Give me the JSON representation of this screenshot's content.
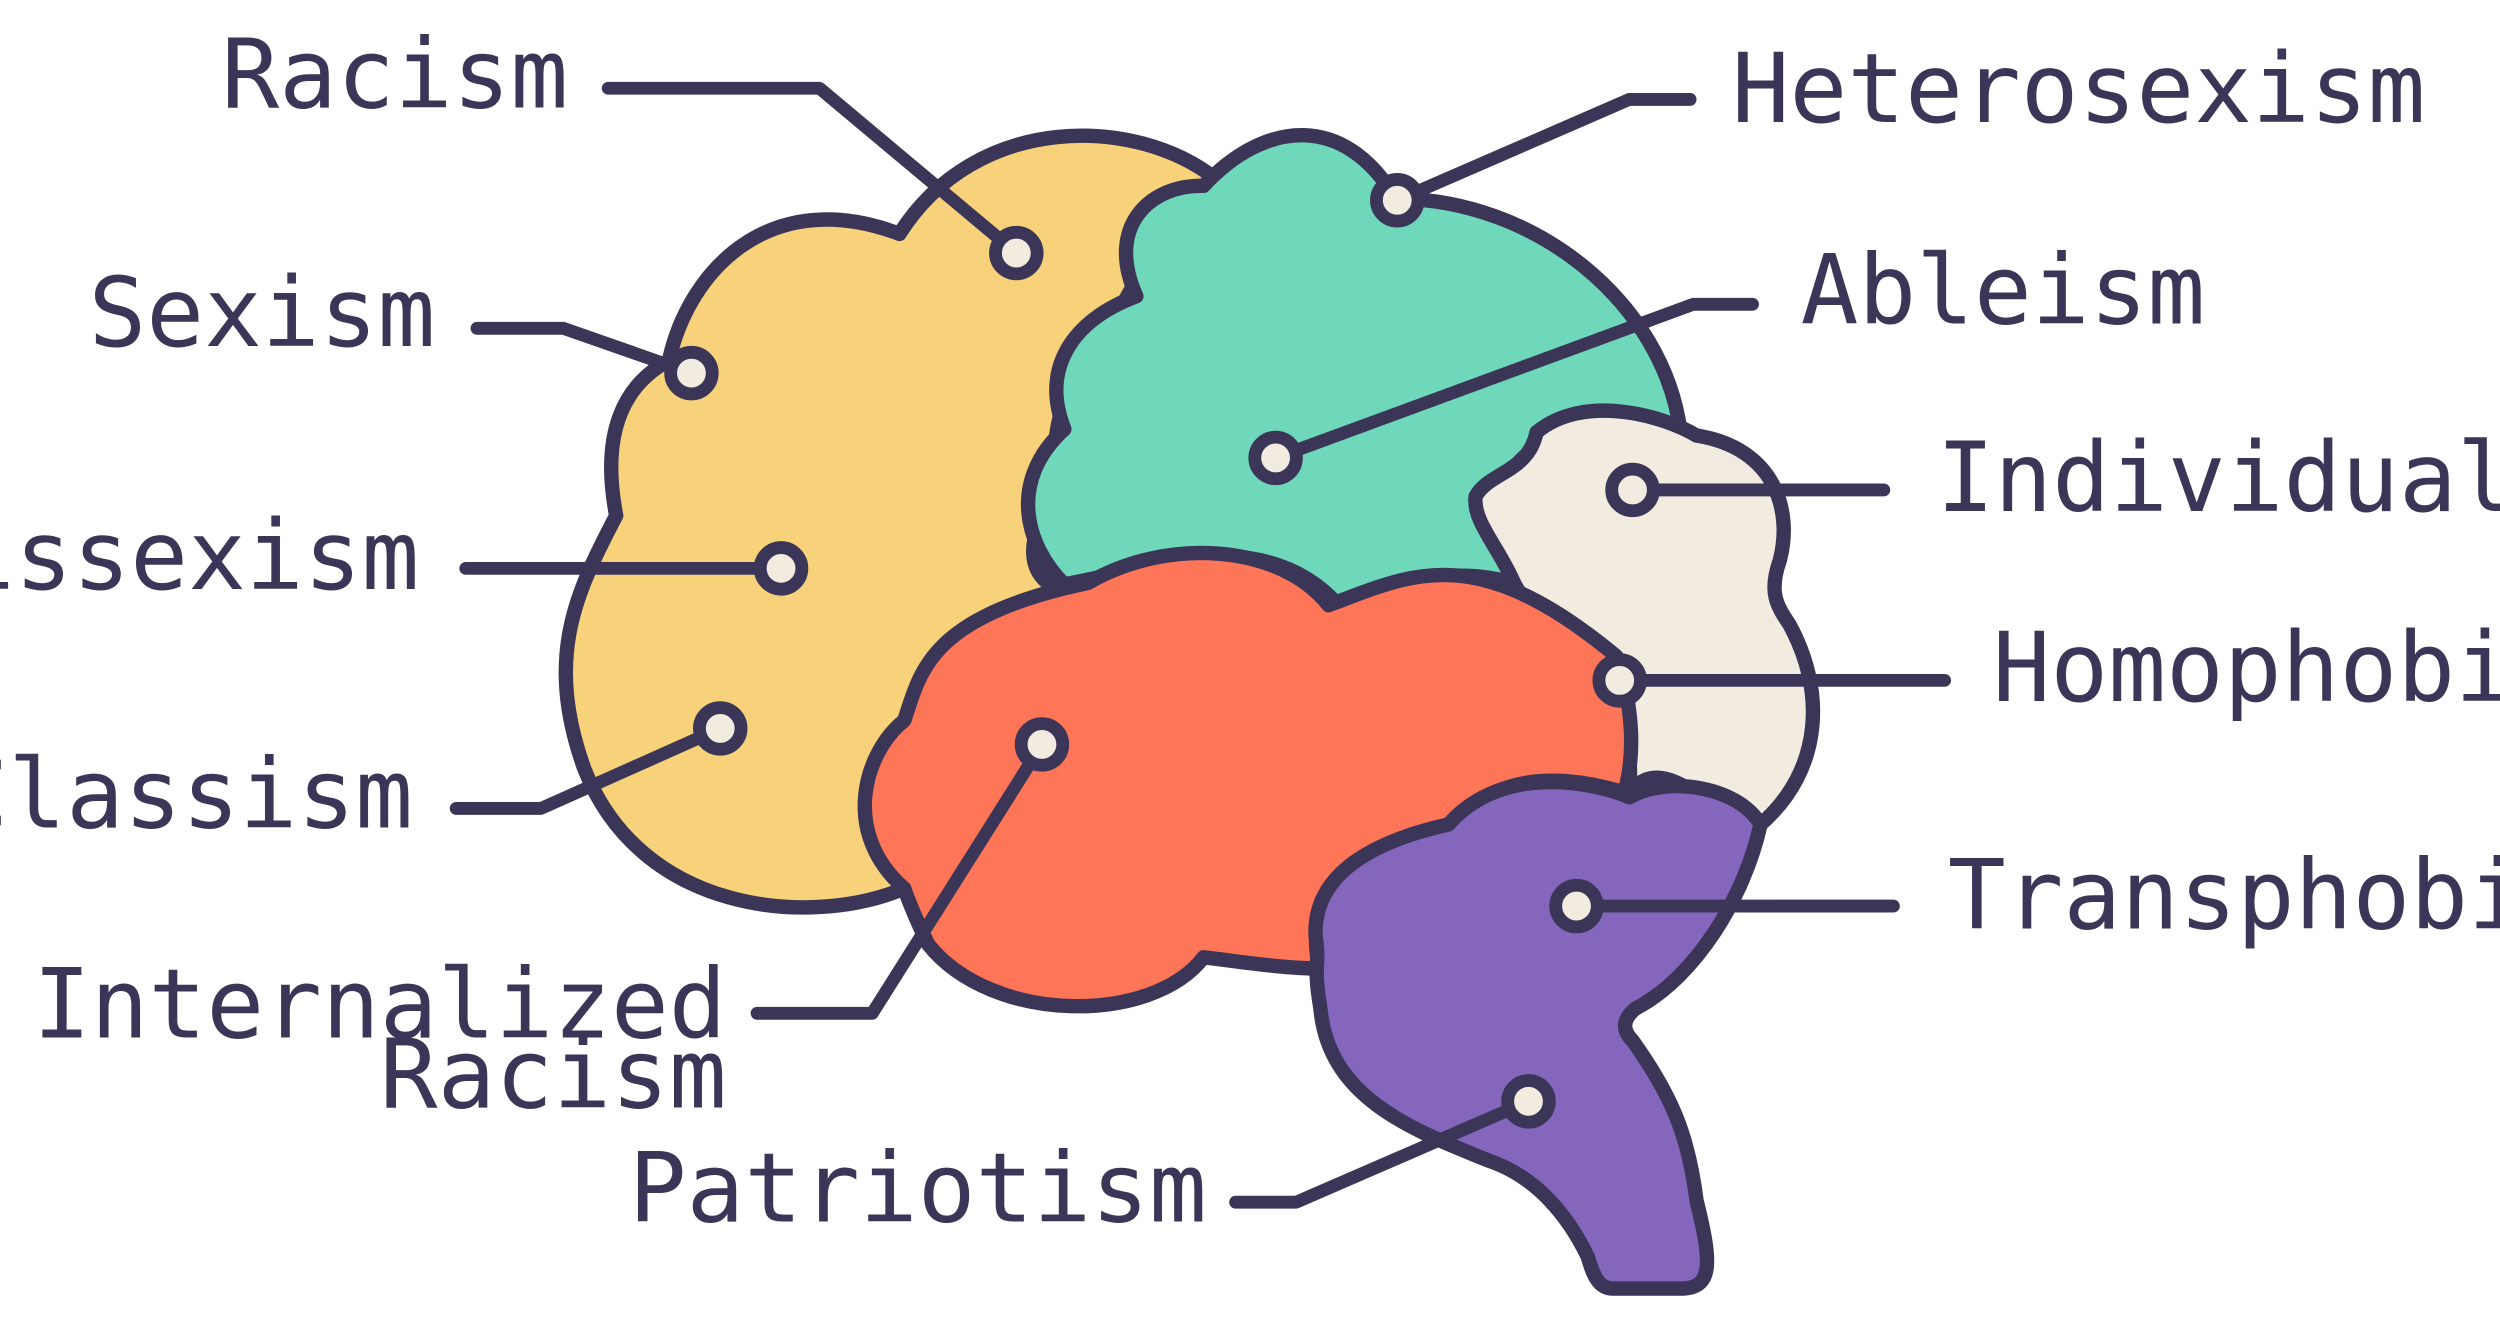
{
  "colors": {
    "outline": "#3b3558",
    "frontal_lobe": "#f8d27a",
    "parietal_lobe": "#6fd8bb",
    "occipital_lobe": "#f2ece0",
    "temporal_lobe": "#fe7558",
    "cerebellum_stem": "#8466bd",
    "marker_fill": "#f2ece0",
    "background": "#ffffff"
  },
  "labels": {
    "racism": "Racism",
    "sexism": "Sexism",
    "cissexism": "Cissexism",
    "classism": "Classism",
    "internalized_racism_line1": "Internalized",
    "internalized_racism_line2": "Racism",
    "patriotism": "Patriotism",
    "heterosexism": "Heterosexism",
    "ableism": "Ableism",
    "individualism": "Individualism",
    "homophobia": "Homophobia",
    "transphobia": "Transphobia"
  }
}
